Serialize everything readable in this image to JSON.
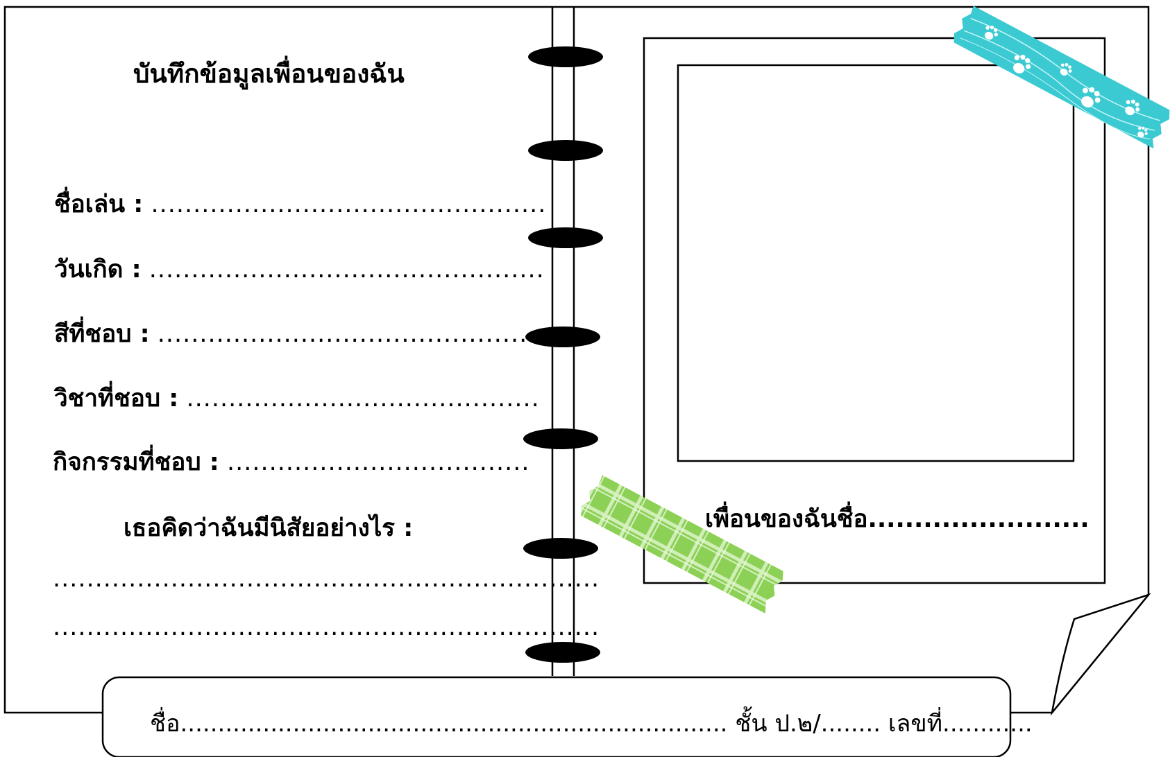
{
  "left_page": {
    "title": "บันทึกข้อมูลเพื่อนของฉัน",
    "fields": [
      {
        "label": "ชื่อเล่น :",
        "blank": "..............................................."
      },
      {
        "label": "วันเกิด :",
        "blank": "..............................................."
      },
      {
        "label": "สีที่ชอบ :",
        "blank": "............................................."
      },
      {
        "label": "วิชาที่ชอบ :",
        "blank": ".........................................."
      },
      {
        "label": "กิจกรรมที่ชอบ :",
        "blank": "...................................."
      }
    ],
    "question": "เธอคิดว่าฉันมีนิสัยอย่างไร :",
    "answer_lines": [
      ".................................................................",
      "................................................................."
    ]
  },
  "right_page": {
    "caption": "เพื่อนของฉันชื่อ........................"
  },
  "footer": {
    "line": "ชื่อ......................................................................... ชั้น ป.๒/........ เลขที่............"
  },
  "colors": {
    "ink": "#000000",
    "tape_blue": "#3ccad2",
    "tape_green": "#8cd155"
  },
  "decor": {
    "ring_icon": "spiral-ring-icon",
    "paw_icon": "paw-print-icon"
  }
}
